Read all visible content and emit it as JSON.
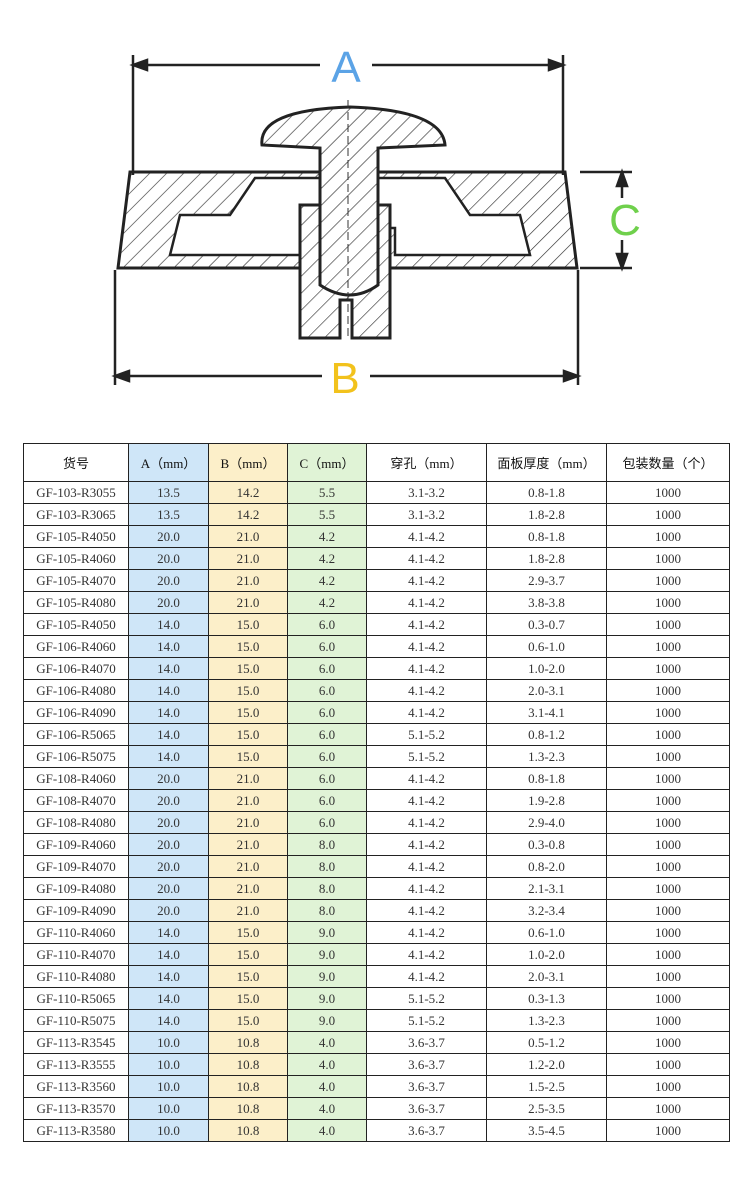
{
  "diagram": {
    "labels": {
      "a": "A",
      "b": "B",
      "c": "C"
    },
    "colors": {
      "a": "#5ba3e6",
      "b": "#f2c21c",
      "c": "#6fd04c"
    }
  },
  "table": {
    "headers": [
      "货号",
      "A（mm）",
      "B（mm）",
      "C（mm）",
      "穿孔（mm）",
      "面板厚度（mm）",
      "包装数量（个）"
    ],
    "rows": [
      [
        "GF-103-R3055",
        "13.5",
        "14.2",
        "5.5",
        "3.1-3.2",
        "0.8-1.8",
        "1000"
      ],
      [
        "GF-103-R3065",
        "13.5",
        "14.2",
        "5.5",
        "3.1-3.2",
        "1.8-2.8",
        "1000"
      ],
      [
        "GF-105-R4050",
        "20.0",
        "21.0",
        "4.2",
        "4.1-4.2",
        "0.8-1.8",
        "1000"
      ],
      [
        "GF-105-R4060",
        "20.0",
        "21.0",
        "4.2",
        "4.1-4.2",
        "1.8-2.8",
        "1000"
      ],
      [
        "GF-105-R4070",
        "20.0",
        "21.0",
        "4.2",
        "4.1-4.2",
        "2.9-3.7",
        "1000"
      ],
      [
        "GF-105-R4080",
        "20.0",
        "21.0",
        "4.2",
        "4.1-4.2",
        "3.8-3.8",
        "1000"
      ],
      [
        "GF-105-R4050",
        "14.0",
        "15.0",
        "6.0",
        "4.1-4.2",
        "0.3-0.7",
        "1000"
      ],
      [
        "GF-106-R4060",
        "14.0",
        "15.0",
        "6.0",
        "4.1-4.2",
        "0.6-1.0",
        "1000"
      ],
      [
        "GF-106-R4070",
        "14.0",
        "15.0",
        "6.0",
        "4.1-4.2",
        "1.0-2.0",
        "1000"
      ],
      [
        "GF-106-R4080",
        "14.0",
        "15.0",
        "6.0",
        "4.1-4.2",
        "2.0-3.1",
        "1000"
      ],
      [
        "GF-106-R4090",
        "14.0",
        "15.0",
        "6.0",
        "4.1-4.2",
        "3.1-4.1",
        "1000"
      ],
      [
        "GF-106-R5065",
        "14.0",
        "15.0",
        "6.0",
        "5.1-5.2",
        "0.8-1.2",
        "1000"
      ],
      [
        "GF-106-R5075",
        "14.0",
        "15.0",
        "6.0",
        "5.1-5.2",
        "1.3-2.3",
        "1000"
      ],
      [
        "GF-108-R4060",
        "20.0",
        "21.0",
        "6.0",
        "4.1-4.2",
        "0.8-1.8",
        "1000"
      ],
      [
        "GF-108-R4070",
        "20.0",
        "21.0",
        "6.0",
        "4.1-4.2",
        "1.9-2.8",
        "1000"
      ],
      [
        "GF-108-R4080",
        "20.0",
        "21.0",
        "6.0",
        "4.1-4.2",
        "2.9-4.0",
        "1000"
      ],
      [
        "GF-109-R4060",
        "20.0",
        "21.0",
        "8.0",
        "4.1-4.2",
        "0.3-0.8",
        "1000"
      ],
      [
        "GF-109-R4070",
        "20.0",
        "21.0",
        "8.0",
        "4.1-4.2",
        "0.8-2.0",
        "1000"
      ],
      [
        "GF-109-R4080",
        "20.0",
        "21.0",
        "8.0",
        "4.1-4.2",
        "2.1-3.1",
        "1000"
      ],
      [
        "GF-109-R4090",
        "20.0",
        "21.0",
        "8.0",
        "4.1-4.2",
        "3.2-3.4",
        "1000"
      ],
      [
        "GF-110-R4060",
        "14.0",
        "15.0",
        "9.0",
        "4.1-4.2",
        "0.6-1.0",
        "1000"
      ],
      [
        "GF-110-R4070",
        "14.0",
        "15.0",
        "9.0",
        "4.1-4.2",
        "1.0-2.0",
        "1000"
      ],
      [
        "GF-110-R4080",
        "14.0",
        "15.0",
        "9.0",
        "4.1-4.2",
        "2.0-3.1",
        "1000"
      ],
      [
        "GF-110-R5065",
        "14.0",
        "15.0",
        "9.0",
        "5.1-5.2",
        "0.3-1.3",
        "1000"
      ],
      [
        "GF-110-R5075",
        "14.0",
        "15.0",
        "9.0",
        "5.1-5.2",
        "1.3-2.3",
        "1000"
      ],
      [
        "GF-113-R3545",
        "10.0",
        "10.8",
        "4.0",
        "3.6-3.7",
        "0.5-1.2",
        "1000"
      ],
      [
        "GF-113-R3555",
        "10.0",
        "10.8",
        "4.0",
        "3.6-3.7",
        "1.2-2.0",
        "1000"
      ],
      [
        "GF-113-R3560",
        "10.0",
        "10.8",
        "4.0",
        "3.6-3.7",
        "1.5-2.5",
        "1000"
      ],
      [
        "GF-113-R3570",
        "10.0",
        "10.8",
        "4.0",
        "3.6-3.7",
        "2.5-3.5",
        "1000"
      ],
      [
        "GF-113-R3580",
        "10.0",
        "10.8",
        "4.0",
        "3.6-3.7",
        "3.5-4.5",
        "1000"
      ]
    ]
  }
}
